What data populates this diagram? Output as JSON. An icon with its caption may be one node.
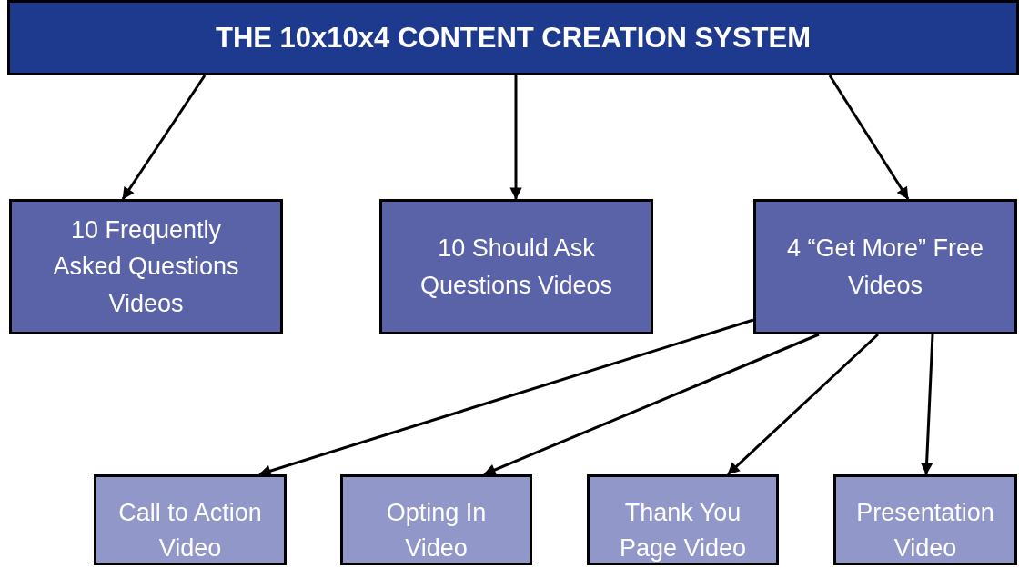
{
  "diagram": {
    "nodes": [
      {
        "text": [
          "THE 10x10x4 CONTENT CREATION SYSTEM"
        ]
      },
      {
        "text": [
          "10 Frequently Asked Questions Videos"
        ]
      },
      {
        "text": [
          "10 Should Ask Questions Videos"
        ]
      },
      {
        "text": [
          "4 “Get More” Free Videos"
        ]
      },
      {
        "text": [
          "Call to Action Video"
        ]
      },
      {
        "text": [
          "Opting In Video"
        ]
      },
      {
        "text": [
          "Thank You Page Video"
        ]
      },
      {
        "text": [
          "Presentation Video"
        ]
      }
    ],
    "edges": [
      {
        "from": 0,
        "to": 1,
        "arrow": "to"
      },
      {
        "from": 0,
        "to": 2,
        "arrow": "to"
      },
      {
        "from": 0,
        "to": 3,
        "arrow": "to"
      },
      {
        "from": 3,
        "to": 4,
        "arrow": "to"
      },
      {
        "from": 3,
        "to": 5,
        "arrow": "to"
      },
      {
        "from": 3,
        "to": 6,
        "arrow": "to"
      },
      {
        "from": 3,
        "to": 7,
        "arrow": "to"
      }
    ]
  }
}
